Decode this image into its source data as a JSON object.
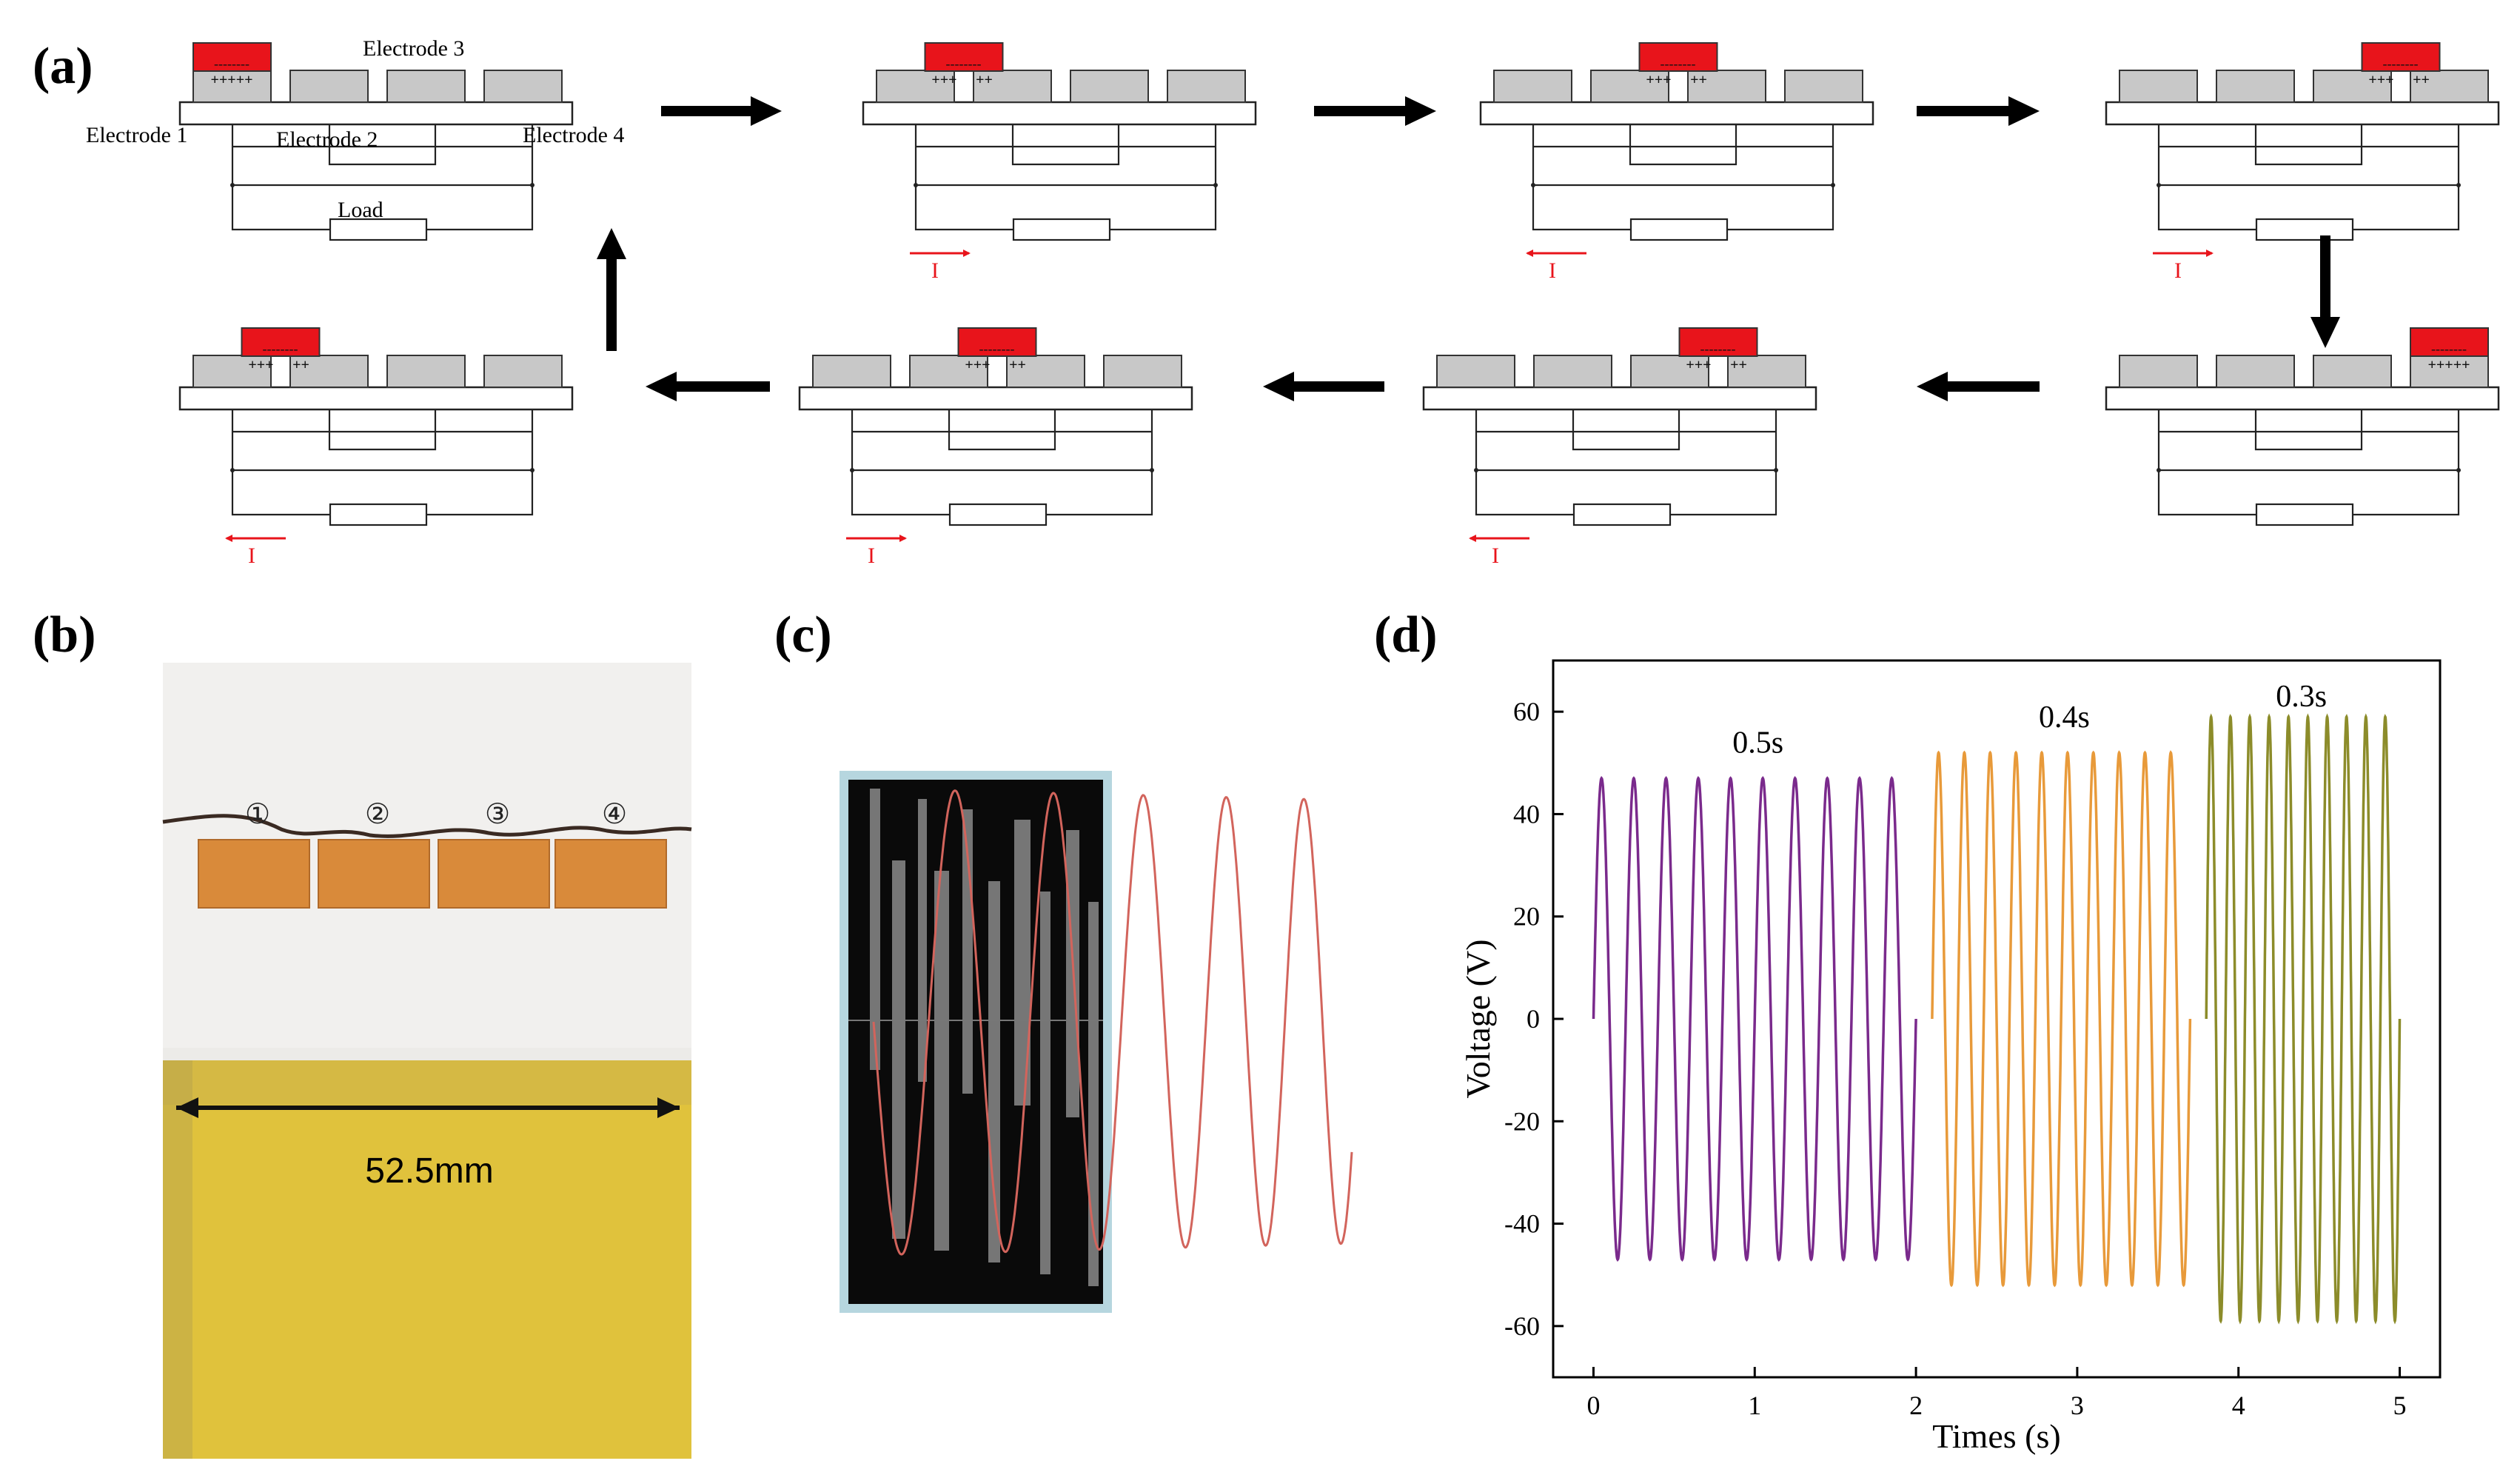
{
  "panel_a": {
    "label": "(a)",
    "electrode_labels": [
      "Electrode 1",
      "Electrode 2",
      "Electrode 3",
      "Electrode 4"
    ],
    "load_label": "Load",
    "current_label": "I",
    "charge_plus": "+",
    "charge_minus": "-",
    "stages": [
      {
        "slider_electrode": 1,
        "current_dir": "none"
      },
      {
        "slider_electrode": 1.5,
        "current_dir": "right"
      },
      {
        "slider_electrode": 2.5,
        "current_dir": "left"
      },
      {
        "slider_electrode": 3.5,
        "current_dir": "right"
      },
      {
        "slider_electrode": 4,
        "current_dir": "none"
      },
      {
        "slider_electrode": 3.5,
        "current_dir": "left"
      },
      {
        "slider_electrode": 2.5,
        "current_dir": "right"
      },
      {
        "slider_electrode": 1.5,
        "current_dir": "left"
      }
    ],
    "colors": {
      "slider": "#e8141b",
      "electrode": "#c8c8c8",
      "current": "#e8141b",
      "arrow": "#000000"
    }
  },
  "panel_b": {
    "label": "(b)",
    "electrode_numbers": [
      "①",
      "②",
      "③",
      "④"
    ],
    "dimension_label": "52.5mm",
    "colors": {
      "electrode": "#d98a3a",
      "device": "#e0c23c",
      "background": "#ecebe8"
    }
  },
  "panel_c": {
    "label": "(c)",
    "colors": {
      "frame": "#b6d6df",
      "trace": "#d2645c",
      "background": "#0a0a0a"
    }
  },
  "panel_d": {
    "label": "(d)",
    "chart_data": {
      "type": "line",
      "xlabel": "Times (s)",
      "ylabel": "Voltage (V)",
      "xlim": [
        -0.25,
        5.25
      ],
      "ylim": [
        -70,
        70
      ],
      "xticks": [
        0,
        1,
        2,
        3,
        4,
        5
      ],
      "yticks": [
        -60,
        -40,
        -20,
        0,
        20,
        40,
        60
      ],
      "grid": false,
      "annotations": [
        {
          "text": "0.5s",
          "x": 1.02,
          "y": 52
        },
        {
          "text": "0.4s",
          "x": 2.92,
          "y": 57
        },
        {
          "text": "0.3s",
          "x": 4.39,
          "y": 61
        }
      ],
      "series": [
        {
          "color": "#7a2a8c",
          "x_start": 0.0,
          "x_end": 2.0,
          "amplitude": 47,
          "cycles": 10
        },
        {
          "color": "#e89a3a",
          "x_start": 2.1,
          "x_end": 3.7,
          "amplitude": 52,
          "cycles": 10
        },
        {
          "color": "#8c8c2a",
          "x_start": 3.8,
          "x_end": 5.0,
          "amplitude": 59,
          "cycles": 10
        }
      ]
    }
  }
}
